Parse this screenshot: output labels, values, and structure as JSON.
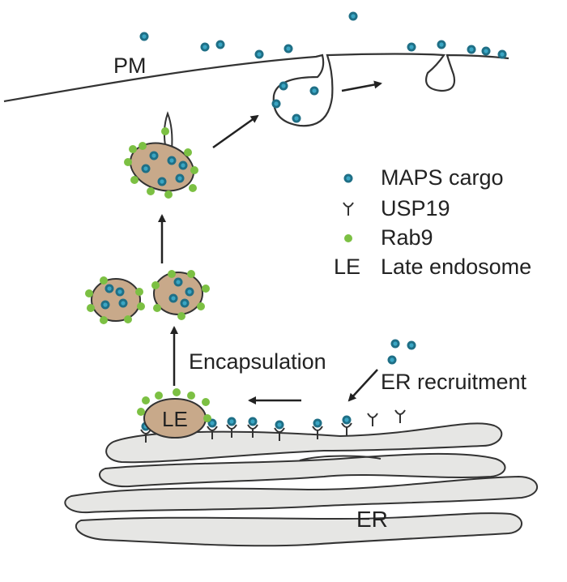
{
  "labels": {
    "pm": "PM",
    "encapsulation": "Encapsulation",
    "er_recruitment": "ER recruitment",
    "le": "LE",
    "er": "ER"
  },
  "legend": [
    {
      "symbol": "MAPS cargo-icon",
      "text": "MAPS cargo"
    },
    {
      "symbol": "USP19-icon",
      "text": "USP19"
    },
    {
      "symbol": "Rab9-icon",
      "text": "Rab9"
    },
    {
      "symbol": "LE",
      "text": "Late endosome"
    }
  ],
  "colors": {
    "cargo_outer": "#1f6f86",
    "cargo_inner": "#3aa6c4",
    "rab9": "#7cc043",
    "vesicle_fill": "#c8a98a",
    "er_fill": "#e6e6e4",
    "line": "#333333"
  }
}
